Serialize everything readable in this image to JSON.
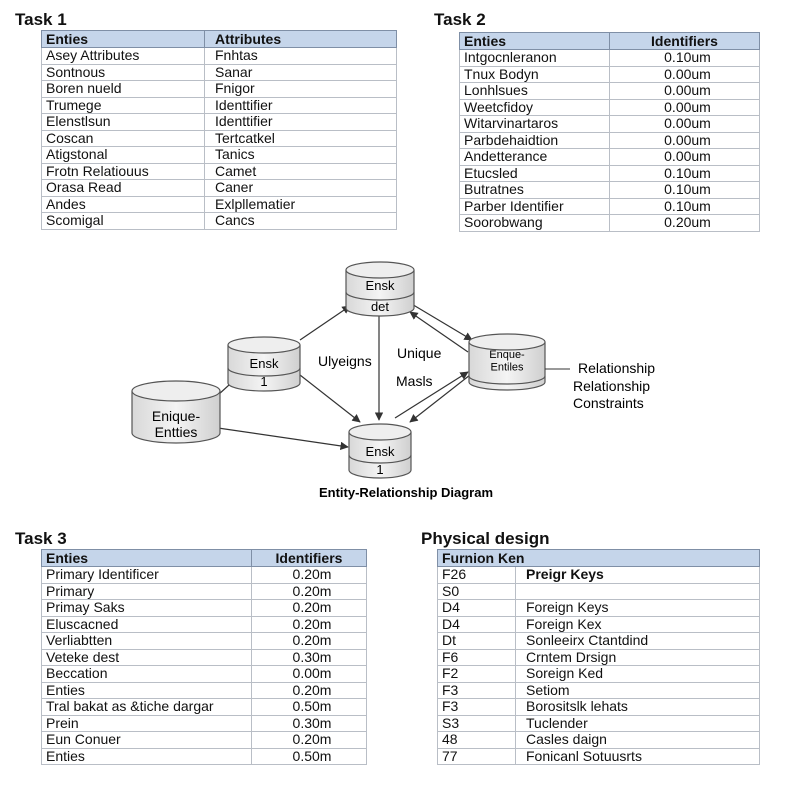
{
  "task1": {
    "title": "Task 1",
    "headers": [
      "Enties",
      "Attributes"
    ],
    "rows": [
      [
        "Asey Attributes",
        "Fnhtas"
      ],
      [
        "Sontnous",
        "Sanar"
      ],
      [
        "Boren nueld",
        "Fnigor"
      ],
      [
        "Trumege",
        "Identtifier"
      ],
      [
        "Elenstlsun",
        "Identtifier"
      ],
      [
        "Coscan",
        "Tertcatkel"
      ],
      [
        "Atigstonal",
        "Tanics"
      ],
      [
        "Frotn Relatiouus",
        "Camet"
      ],
      [
        "Orasa Read",
        "Caner"
      ],
      [
        "Andes",
        "Exlpllematier"
      ],
      [
        "Scomigal",
        "Cancs"
      ]
    ]
  },
  "task2": {
    "title": "Task 2",
    "headers": [
      "Enties",
      "Identifiers"
    ],
    "rows": [
      [
        "Intgocnleranon",
        "0.10um"
      ],
      [
        "Tnux Bodyn",
        "0.00um"
      ],
      [
        "Lonhlsues",
        "0.00um"
      ],
      [
        "Weetcfidoy",
        "0.00um"
      ],
      [
        "Witarvinartaros",
        "0.00um"
      ],
      [
        "Parbdehaidtion",
        "0.00um"
      ],
      [
        "Andetterance",
        "0.00um"
      ],
      [
        "Etucsled",
        "0.10um"
      ],
      [
        "Butratnes",
        "0.10um"
      ],
      [
        "Parber Identifier",
        "0.10um"
      ],
      [
        "Soorobwang",
        "0.20um"
      ]
    ]
  },
  "diagram": {
    "caption": "Entity-Relationship Diagram",
    "nodes": {
      "top": {
        "label": "Ensk",
        "sub": "det"
      },
      "left": {
        "label": "Ensk",
        "sub": "1"
      },
      "bottom": {
        "label": "Ensk",
        "sub": "1"
      },
      "right": {
        "label": "Enque-\nEntiles"
      },
      "far_left": {
        "label": "Enique-\nEntties"
      }
    },
    "labels": {
      "ulyeigns": "Ulyeigns",
      "unique": "Unique",
      "masls": "Masls",
      "relationship1": "Relationship",
      "relationship2": "Relationship",
      "constraints": "Constraints"
    }
  },
  "task3": {
    "title": "Task 3",
    "headers": [
      "Enties",
      "Identifiers"
    ],
    "rows": [
      [
        "Primary Identificer",
        "0.20m"
      ],
      [
        "Primary",
        "0.20m"
      ],
      [
        "Primay Saks",
        "0.20m"
      ],
      [
        "Eluscacned",
        "0.20m"
      ],
      [
        "Verliabtten",
        "0.20m"
      ],
      [
        "Veteke dest",
        "0.30m"
      ],
      [
        "Beccation",
        "0.00m"
      ],
      [
        "Enties",
        "0.20m"
      ],
      [
        "Tral bakat as &tiche dargar",
        "0.50m"
      ],
      [
        "Prein",
        "0.30m"
      ],
      [
        "Eun Conuer",
        "0.20m"
      ],
      [
        "Enties",
        "0.50m"
      ]
    ]
  },
  "physical": {
    "title": "Physical design",
    "header": "Furnion Ken",
    "rows": [
      [
        "F26",
        "Preigr Keys"
      ],
      [
        "S0",
        ""
      ],
      [
        "D4",
        "Foreign Keys"
      ],
      [
        "D4",
        "Foreign Kex"
      ],
      [
        "Dt",
        "Sonleeirx Ctantdind"
      ],
      [
        "F6",
        "Crntem Drsign"
      ],
      [
        "F2",
        "Soreign Ked"
      ],
      [
        "F3",
        "Setiom"
      ],
      [
        "F3",
        "Borositslk lehats"
      ],
      [
        "S3",
        "Tuclender"
      ],
      [
        "48",
        "Casles daign"
      ],
      [
        "77",
        "Fonicanl Sotuusrts"
      ]
    ]
  }
}
